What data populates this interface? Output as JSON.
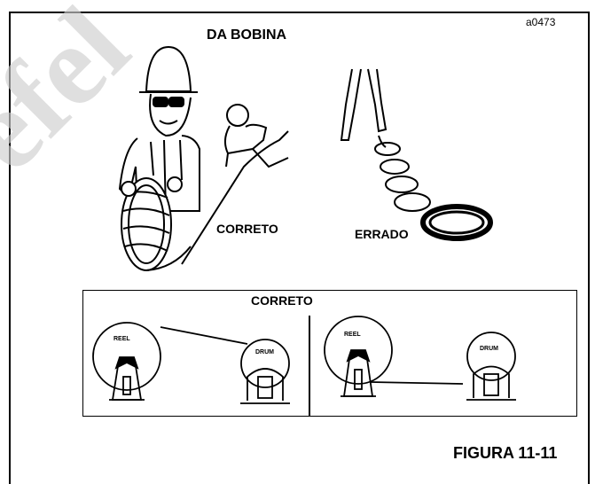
{
  "header": {
    "title": "DA BOBINA",
    "code": "a0473"
  },
  "top_figure": {
    "correct_label": "CORRETO",
    "wrong_label": "ERRADO"
  },
  "lower_box": {
    "title": "CORRETO",
    "reel_label": "REEL",
    "drum_label": "DRUM"
  },
  "caption": "FIGURA 11-11",
  "watermark": {
    "text": "efel",
    "color": "#cccccc"
  }
}
